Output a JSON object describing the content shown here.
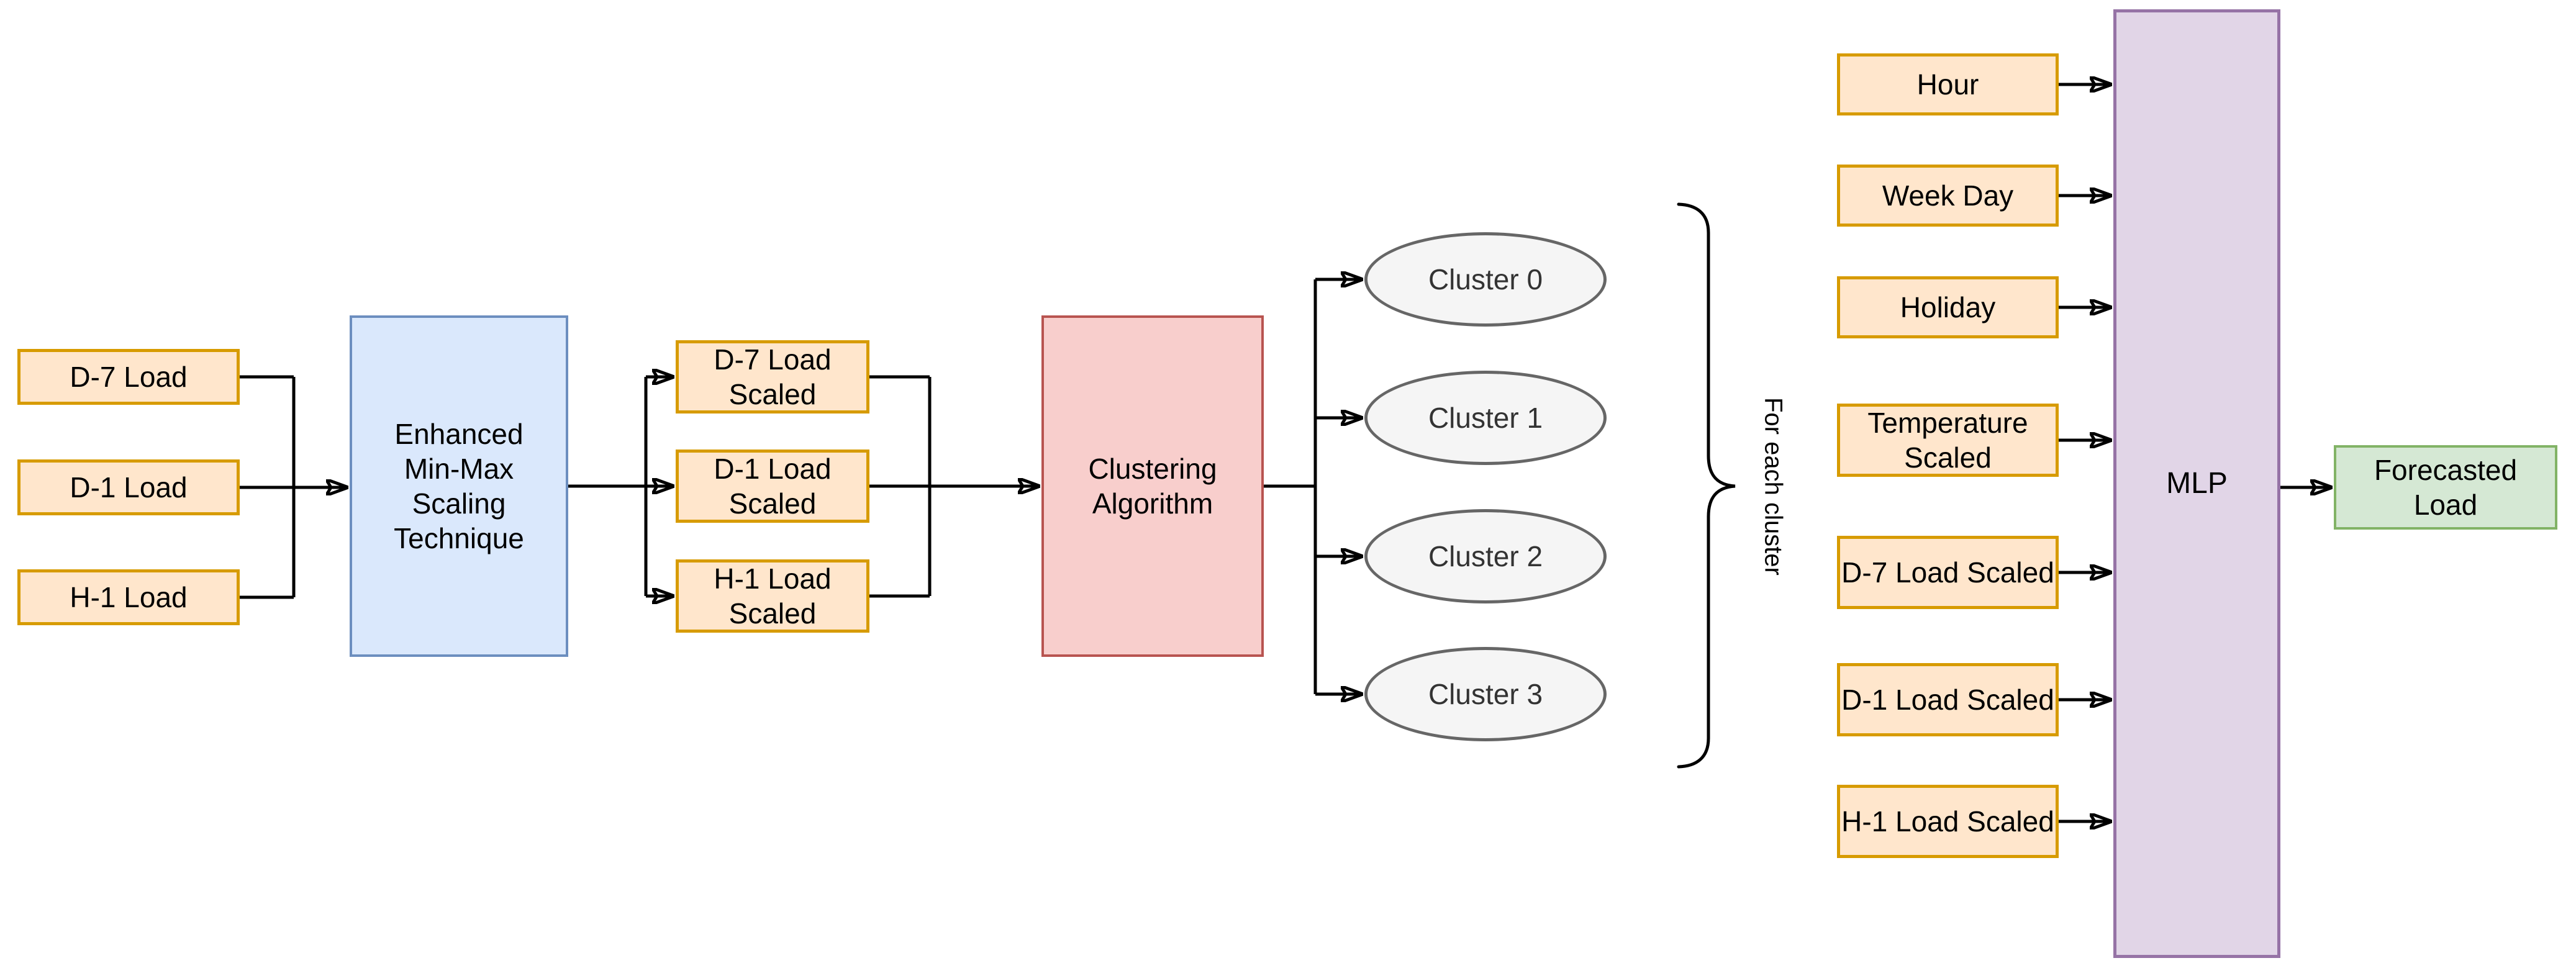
{
  "diagram": {
    "type": "flow-diagram",
    "colors": {
      "input_fill": "#ffe6cc",
      "input_stroke": "#d79b00",
      "scaling_fill": "#dae8fc",
      "scaling_stroke": "#6c8ebf",
      "clustering_fill": "#f8cecc",
      "clustering_stroke": "#b85450",
      "cluster_fill": "#f5f5f5",
      "cluster_stroke": "#666666",
      "mlp_fill": "#e1d5e7",
      "mlp_stroke": "#9673a6",
      "output_fill": "#d5e8d4",
      "output_stroke": "#82b366",
      "connector": "#000000",
      "background": "#ffffff"
    },
    "left_inputs": [
      "D-7 Load",
      "D-1 Load",
      "H-1 Load"
    ],
    "scaling_box": "Enhanced Min-Max Scaling Technique",
    "mid_scaled": [
      "D-7 Load Scaled",
      "D-1 Load Scaled",
      "H-1 Load Scaled"
    ],
    "clustering_box": "Clustering Algorithm",
    "clusters": [
      "Cluster 0",
      "Cluster 1",
      "Cluster 2",
      "Cluster 3"
    ],
    "brace_label": "For each cluster",
    "mlp_inputs": [
      "Hour",
      "Week Day",
      "Holiday",
      "Temperature Scaled",
      "D-7 Load Scaled",
      "D-1 Load Scaled",
      "H-1 Load Scaled"
    ],
    "mlp_box": "MLP",
    "output_box": "Forecasted Load"
  }
}
